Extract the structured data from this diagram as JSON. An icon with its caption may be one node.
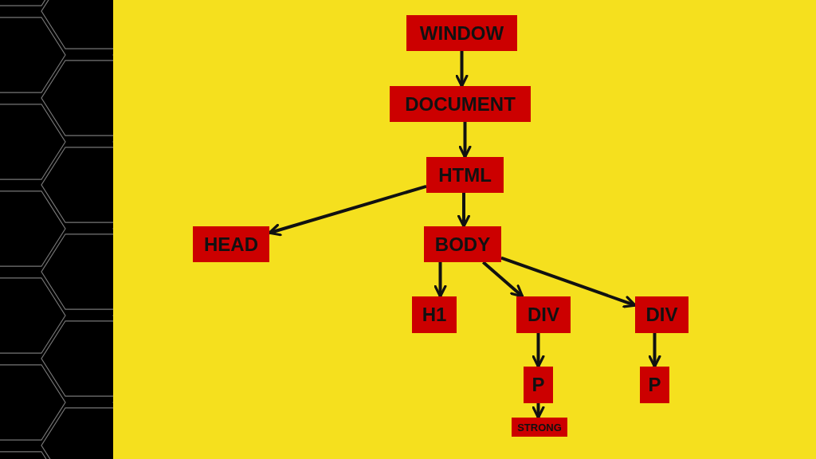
{
  "diagram": {
    "nodes": [
      {
        "text": [
          "WINDOW"
        ]
      },
      {
        "text": [
          "DOCUMENT"
        ]
      },
      {
        "text": [
          "HTML"
        ]
      },
      {
        "text": [
          "HEAD"
        ]
      },
      {
        "text": [
          "BODY"
        ]
      },
      {
        "text": [
          "H1"
        ]
      },
      {
        "text": [
          "DIV"
        ]
      },
      {
        "text": [
          "DIV"
        ]
      },
      {
        "text": [
          "P"
        ]
      },
      {
        "text": [
          "P"
        ]
      },
      {
        "text": [
          "STRONG"
        ]
      }
    ],
    "edges": [
      {
        "from": 0,
        "to": 1,
        "arrow": "to"
      },
      {
        "from": 1,
        "to": 2,
        "arrow": "to"
      },
      {
        "from": 2,
        "to": 3,
        "arrow": "to"
      },
      {
        "from": 2,
        "to": 4,
        "arrow": "to"
      },
      {
        "from": 4,
        "to": 5,
        "arrow": "to"
      },
      {
        "from": 4,
        "to": 6,
        "arrow": "to"
      },
      {
        "from": 4,
        "to": 7,
        "arrow": "to"
      },
      {
        "from": 6,
        "to": 8,
        "arrow": "to"
      },
      {
        "from": 7,
        "to": 9,
        "arrow": "to"
      },
      {
        "from": 8,
        "to": 10,
        "arrow": "to"
      }
    ]
  }
}
